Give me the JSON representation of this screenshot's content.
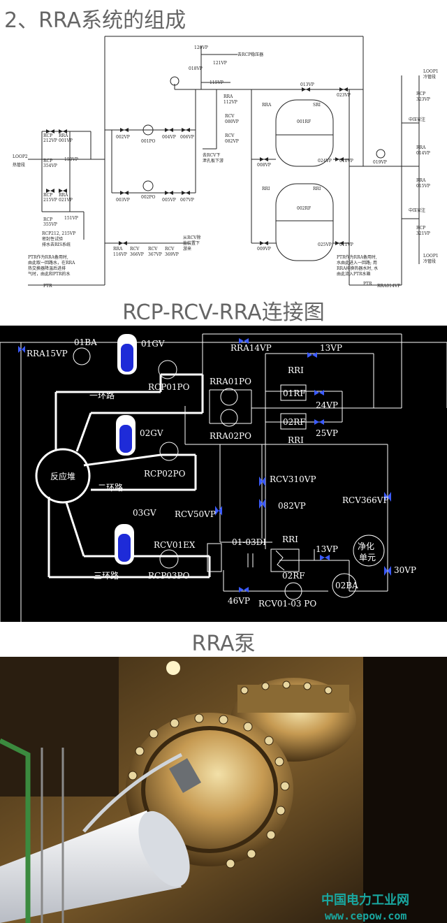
{
  "headings": {
    "composition": "2、RRA系统的组成",
    "connection": "RCP-RCV-RRA连接图",
    "pump": "RRA泵"
  },
  "schematic": {
    "labels": {
      "v120": "120VP",
      "v018": "018VP",
      "v121": "121VP",
      "to_rcp": "去RCP稳压器",
      "v115": "115VP",
      "v013": "013VP",
      "v023": "023VP",
      "rra": "RRA",
      "sri": "SRI",
      "rri": "RRI",
      "v112": "112VP",
      "rcv": "RCV",
      "v080": "080VP",
      "v082": "082VP",
      "to_rcv": "去RCV下",
      "to_rcv2": "泄孔板下游",
      "rf001": "001RF",
      "rf002": "002RF",
      "v008": "008VP",
      "v024": "024VP",
      "v010": "010VP",
      "v009": "009VP",
      "v025": "025VP",
      "v011": "011VP",
      "loop1_cold_top": "LOOP1",
      "loop1_cold_top2": "冷管段",
      "rcp": "RCP",
      "v323": "323VP",
      "mid_press": "中压安注",
      "v014": "014VP",
      "v015": "015VP",
      "v321": "321VP",
      "loop1_cold_bot": "LOOP1",
      "loop1_cold_bot2": "冷管段",
      "v002": "002VP",
      "po001": "001PO",
      "v004": "004VP",
      "v006": "006VP",
      "v003": "003VP",
      "po002": "002PO",
      "v005": "005VP",
      "v007": "007VP",
      "rcp_212": "212VP",
      "rra_001": "001VP",
      "loop2": "LOOP2",
      "hot_leg": "热管段",
      "rcp_354": "354VP",
      "v150": "150VP",
      "rcp_215": "215VP",
      "rra_021": "021VP",
      "rcp_355": "355VP",
      "v151": "151VP",
      "note1a": "RCP212, 215VP",
      "note1b": "密封性试验",
      "note1c": "排水去RIS系统",
      "note2a": "PTR作为RRA备用时,",
      "note2b": "由此取一回路水，在RRA",
      "note2c": "热交换器降温后进排",
      "note2d": "气时，由此和PTR的水",
      "rra_116": "116VP",
      "rcv_366": "366VP",
      "rcv_367": "367VP",
      "rcv_369": "369VP",
      "from_rcv": "从RCV除",
      "from_rcv2": "盐装置下",
      "from_rcv3": "游来",
      "note3a": "PTR作为RRA备用时,",
      "note3b": "水由此进入一回路; 用",
      "note3c": "RRA排换热器水时, 水",
      "note3d": "由此流入PTR水箱",
      "ptr": "PTR",
      "rra_014": "RRA014VP",
      "v019": "019VP"
    }
  },
  "connection": {
    "labels": {
      "rra15vp": "RRA15VP",
      "ba01": "01BA",
      "gv01": "01GV",
      "rra14vp": "RRA14VP",
      "vp13_top": "13VP",
      "rcp01po": "RCP01PO",
      "loop1": "一环路",
      "rra01po": "RRA01PO",
      "rri_top": "RRI",
      "rf01": "01RF",
      "vp24": "24VP",
      "rf02": "02RF",
      "vp25": "25VP",
      "rra02po": "RRA02PO",
      "rri_mid": "RRI",
      "gv02": "02GV",
      "rcp02po": "RCP02PO",
      "reactor": "反应堆",
      "loop2": "二环路",
      "rcv310vp": "RCV310VP",
      "rcv366vp": "RCV366VP",
      "vp082": "082VP",
      "gv03": "03GV",
      "rcv50vp": "RCV50VP",
      "rcv01ex": "RCV01EX",
      "di0103": "01-03DI",
      "rri_bot": "RRI",
      "vp13_bot": "13VP",
      "purify1": "净化",
      "purify2": "单元",
      "vp30": "30VP",
      "loop3": "三环路",
      "rcp03po": "RCP03PO",
      "rf02b": "02RF",
      "ba02": "02BA",
      "vp46": "46VP",
      "rcv0103po": "RCV01-03 PO"
    }
  },
  "watermark": {
    "cn": "中国电力工业网",
    "url": "www.cepow.com"
  },
  "colors": {
    "heading": "#666666",
    "valve": "#3b5bff",
    "watermark": "#19a7a0"
  }
}
